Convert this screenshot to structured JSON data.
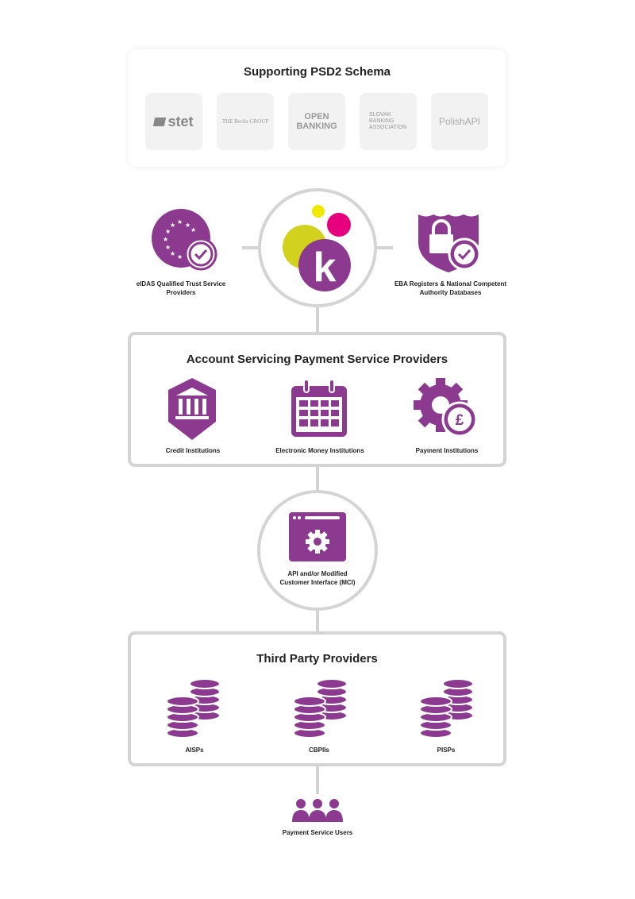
{
  "schema": {
    "title": "Supporting PSD2 Schema",
    "logos": [
      "stet",
      "THE Berlin GROUP",
      "OPEN BANKING",
      "SLOVAK BANKING ASSOCIATION",
      "PolishAPI"
    ]
  },
  "center": {
    "logo_letter": "k",
    "left_label": "eIDAS Qualified Trust Service Providers",
    "right_label": "EBA Registers & National Competent Authority Databases"
  },
  "aspsp": {
    "title": "Account Servicing Payment Service Providers",
    "items": [
      "Credit Institutions",
      "Electronic Money Institutions",
      "Payment Institutions"
    ]
  },
  "interface": {
    "label": "API and/or Modified Customer Interface (MCI)"
  },
  "tpp": {
    "title": "Third Party Providers",
    "items": [
      "AISPs",
      "CBPIIs",
      "PISPs"
    ]
  },
  "users": {
    "label": "Payment Service Users"
  },
  "colors": {
    "purple": "#8b3a8f",
    "yellow": "#d8d800",
    "magenta": "#e6007e",
    "line": "#d4d4d4"
  }
}
